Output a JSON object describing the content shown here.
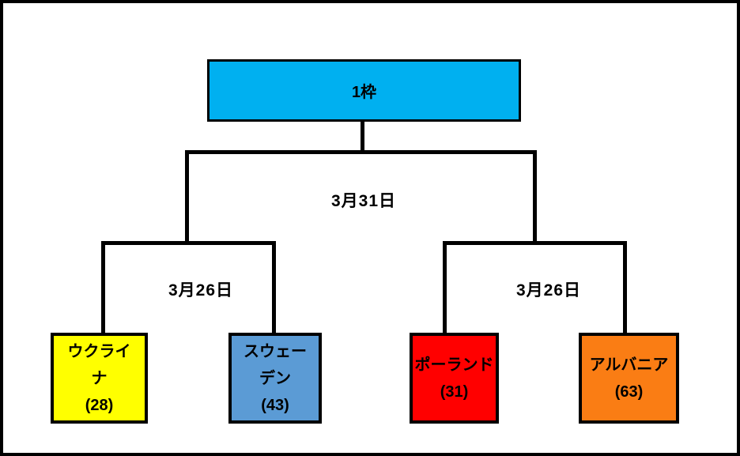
{
  "bracket": {
    "slot": {
      "label": "1枠",
      "fill": "#00B0F0"
    },
    "final": {
      "date": "3月31日"
    },
    "semifinals": {
      "left_date": "3月26日",
      "right_date": "3月26日"
    },
    "teams": [
      {
        "name": "ウクライナ",
        "name_line1": "ウクライ",
        "name_line2": "ナ",
        "seed": "(28)",
        "fill": "#FFFF00"
      },
      {
        "name": "スウェーデン",
        "name_line1": "スウェー",
        "name_line2": "デン",
        "seed": "(43)",
        "fill": "#5B9BD5"
      },
      {
        "name": "ポーランド",
        "name_line1": "ポーランド",
        "name_line2": "",
        "seed": "(31)",
        "fill": "#FF0000"
      },
      {
        "name": "アルバニア",
        "name_line1": "アルバニア",
        "name_line2": "",
        "seed": "(63)",
        "fill": "#FA7D14"
      }
    ],
    "colors": {
      "background": "#FFFFFF",
      "line": "#000000",
      "border": "#000000",
      "slot_fill": "#00B0F0",
      "team_fills": [
        "#FFFF00",
        "#5B9BD5",
        "#FF0000",
        "#FA7D14"
      ]
    }
  }
}
